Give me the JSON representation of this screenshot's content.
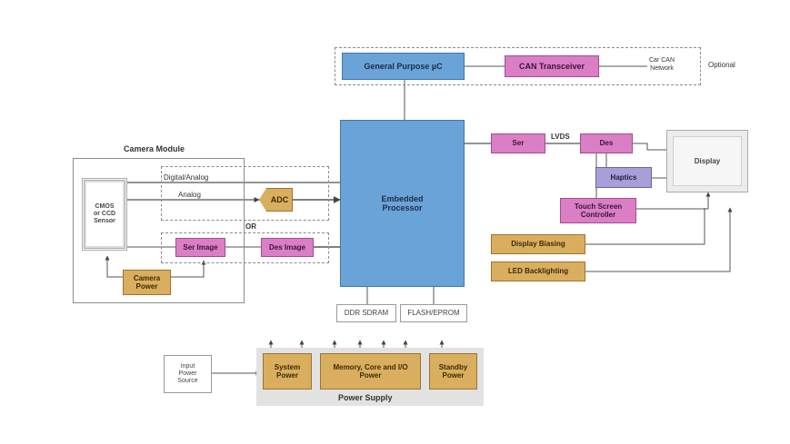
{
  "optional_group": {
    "general_purpose_uc": "General Purpose µC",
    "can_transceiver": "CAN Transceiver",
    "car_can_network": [
      "Car CAN",
      "Network"
    ],
    "optional_label": "Optional"
  },
  "camera_module": {
    "title": "Camera Module",
    "sensor": [
      "CMOS",
      "or CCD",
      "Sensor"
    ],
    "digital_analog": "Digital/Analog",
    "analog": "Analog",
    "adc": "ADC",
    "or_label": "OR",
    "ser_image": "Ser Image",
    "des_image": "Des Image",
    "camera_power": [
      "Camera",
      "Power"
    ]
  },
  "processor": {
    "embedded_processor": [
      "Embedded",
      "Processor"
    ],
    "ddr_sdram": "DDR SDRAM",
    "flash_eprom": "FLASH/EPROM"
  },
  "display_chain": {
    "ser": "Ser",
    "lvds": "LVDS",
    "des": "Des",
    "haptics": "Haptics",
    "display": "Display",
    "touch_screen_controller": [
      "Touch Screen",
      "Controller"
    ],
    "display_biasing": "Display Biasing",
    "led_backlighting": "LED Backlighting"
  },
  "power": {
    "input_power_source": [
      "Input",
      "Power",
      "Source"
    ],
    "system_power": [
      "System",
      "Power"
    ],
    "memory_core_io_power": [
      "Memory, Core and I/O",
      "Power"
    ],
    "standby_power": [
      "Standby",
      "Power"
    ],
    "power_supply": "Power Supply"
  },
  "colors": {
    "blue": "#6aa3d8",
    "pink": "#da7ec6",
    "tan": "#d9ae5e",
    "lavender": "#a89fd8",
    "power_panel": "#e2e2e2"
  }
}
